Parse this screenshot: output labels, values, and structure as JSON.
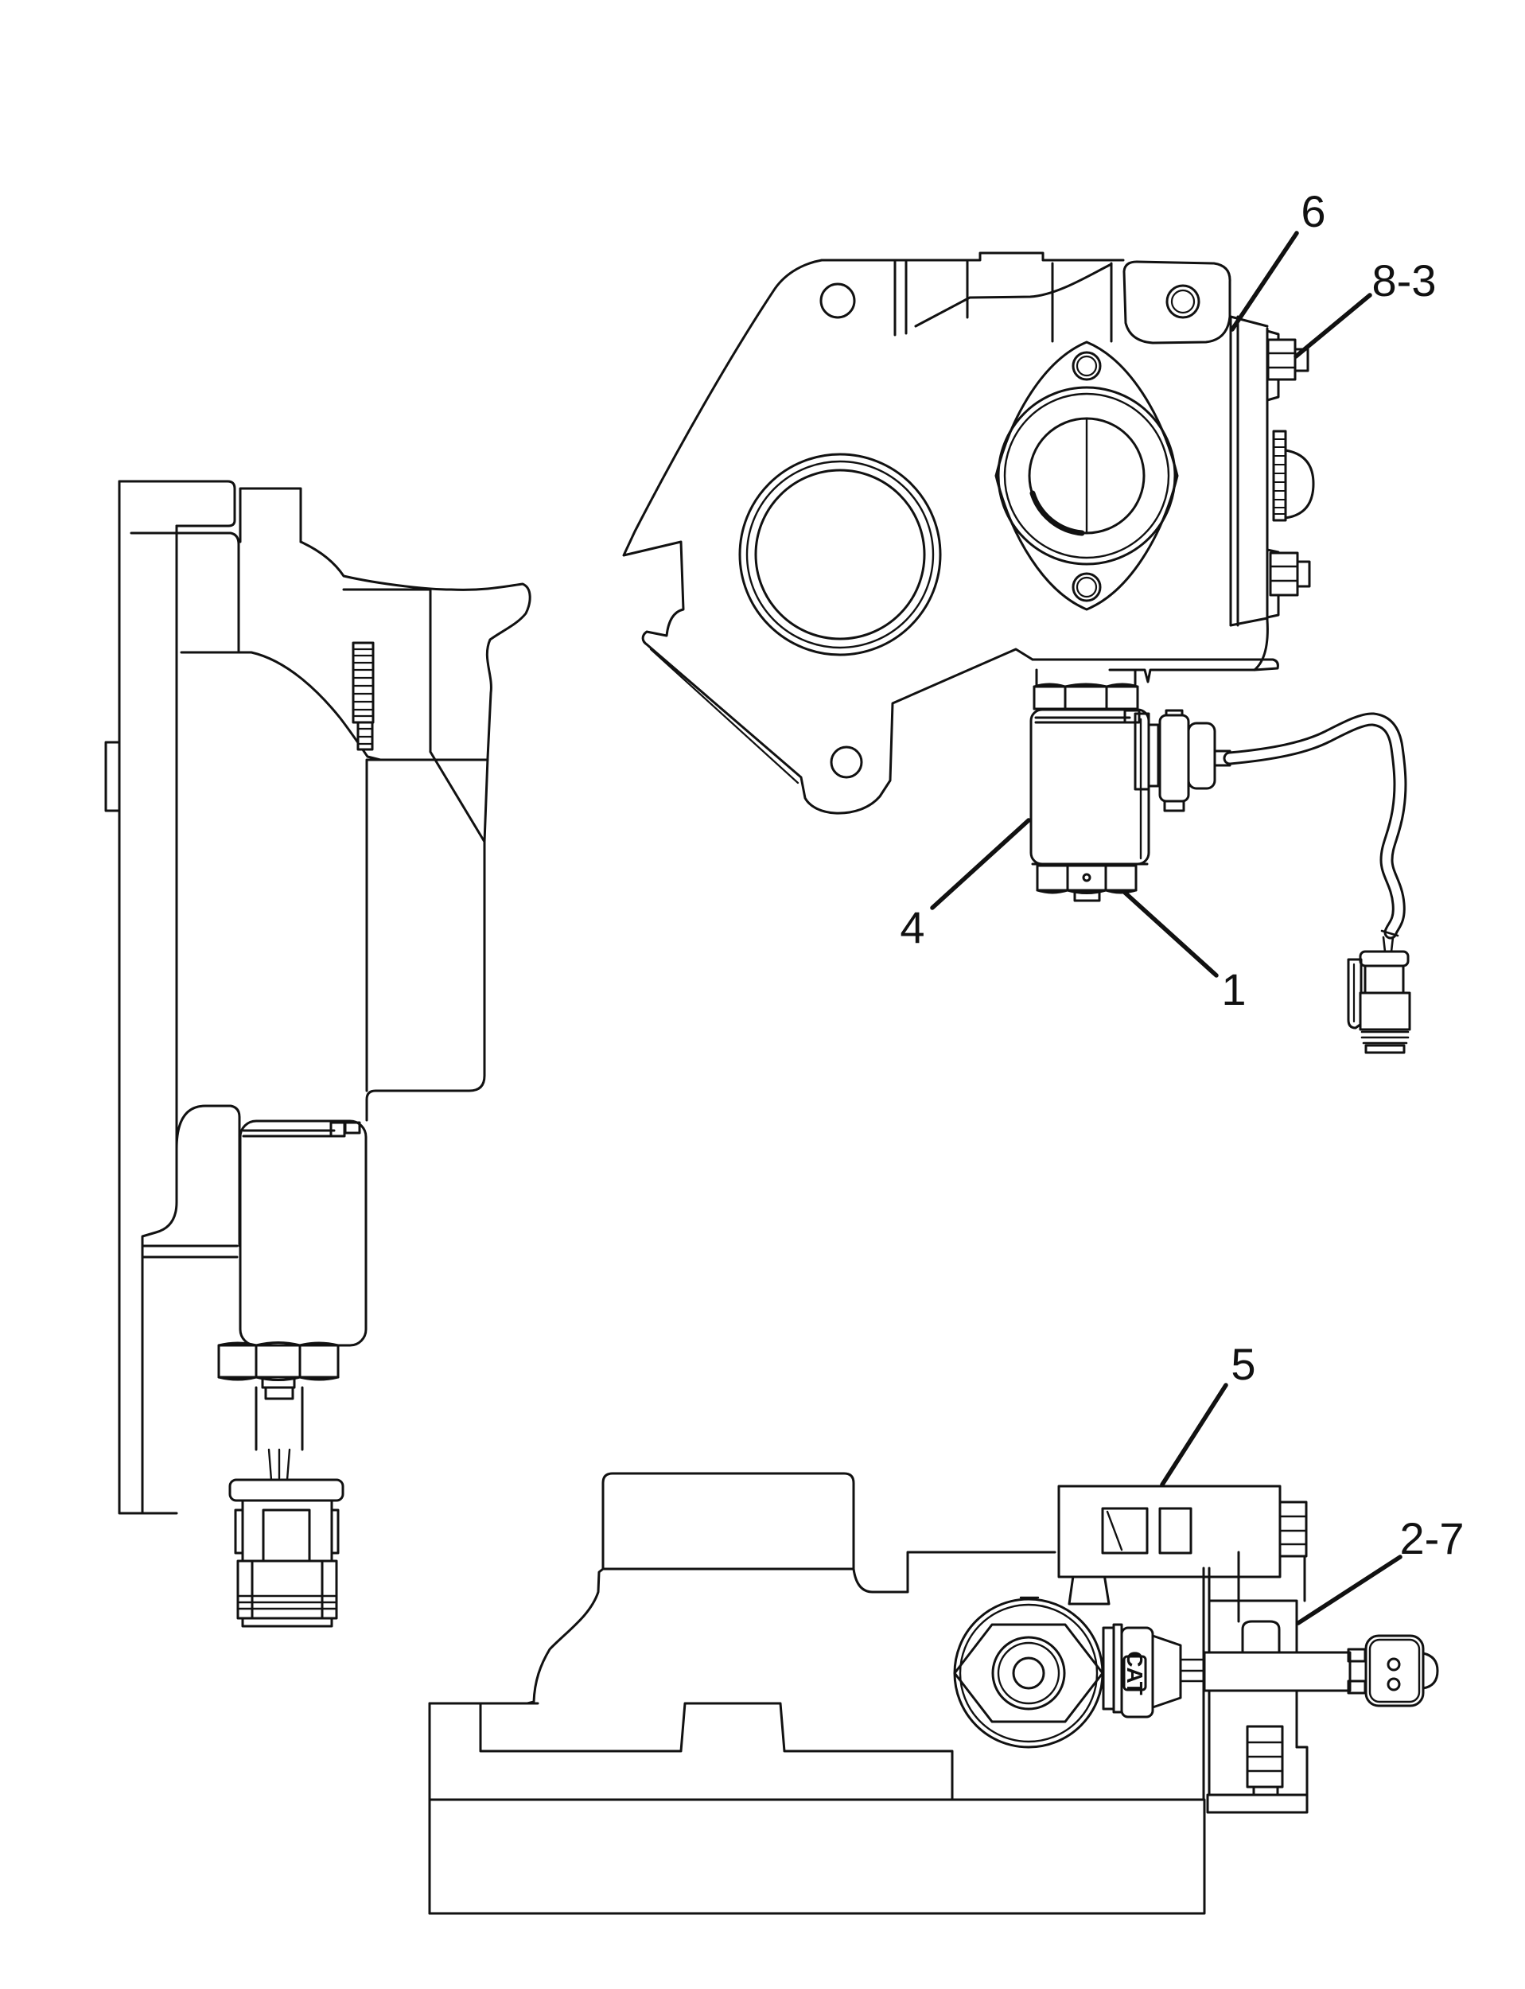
{
  "page": {
    "background_color": "#ffffff",
    "line_color": "#111111",
    "kind": "exploded-parts-line-drawing",
    "view_count": 3
  },
  "callouts": {
    "c6": {
      "label": "6"
    },
    "c8_3": {
      "label": "8-3"
    },
    "c4": {
      "label": "4"
    },
    "c1": {
      "label": "1"
    },
    "c5": {
      "label": "5"
    },
    "c2_7": {
      "label": "2-7"
    }
  },
  "logos": {
    "sensor_brand": "CAT"
  }
}
